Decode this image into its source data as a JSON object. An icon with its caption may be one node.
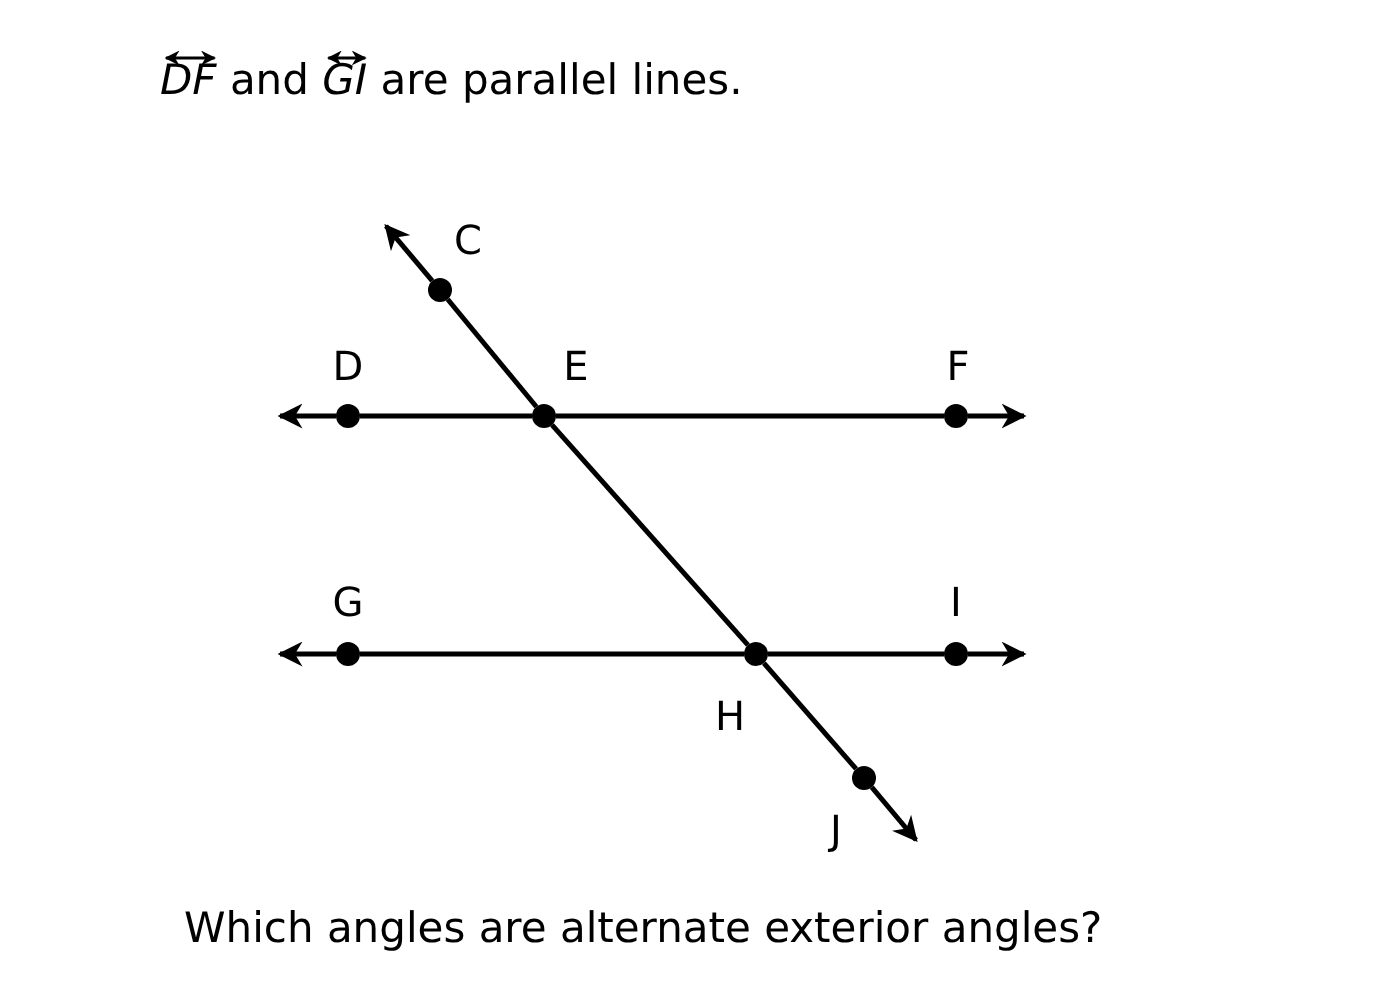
{
  "diagram": {
    "title": "DF and GI are parallel lines.",
    "caption": "Which angles are alternate exterior angles?",
    "nodes": [
      {
        "text": [
          "C"
        ]
      },
      {
        "text": [
          "D"
        ]
      },
      {
        "text": [
          "E"
        ]
      },
      {
        "text": [
          "F"
        ]
      },
      {
        "text": [
          "G"
        ]
      },
      {
        "text": [
          "H"
        ]
      },
      {
        "text": [
          "I"
        ]
      },
      {
        "text": [
          "J"
        ]
      }
    ],
    "edges": [
      {
        "from": 1,
        "to": 2,
        "arrow": "none"
      },
      {
        "from": 2,
        "to": 3,
        "arrow": "none"
      },
      {
        "from": 1,
        "to": null,
        "arrow": "to"
      },
      {
        "from": 3,
        "to": null,
        "arrow": "to"
      },
      {
        "from": 4,
        "to": 5,
        "arrow": "none"
      },
      {
        "from": 5,
        "to": 6,
        "arrow": "none"
      },
      {
        "from": 4,
        "to": null,
        "arrow": "to"
      },
      {
        "from": 6,
        "to": null,
        "arrow": "to"
      },
      {
        "from": 0,
        "to": 2,
        "arrow": "none"
      },
      {
        "from": 2,
        "to": 5,
        "arrow": "none"
      },
      {
        "from": 5,
        "to": 7,
        "arrow": "none"
      },
      {
        "from": 0,
        "to": null,
        "arrow": "to"
      },
      {
        "from": 7,
        "to": null,
        "arrow": "to"
      }
    ]
  }
}
